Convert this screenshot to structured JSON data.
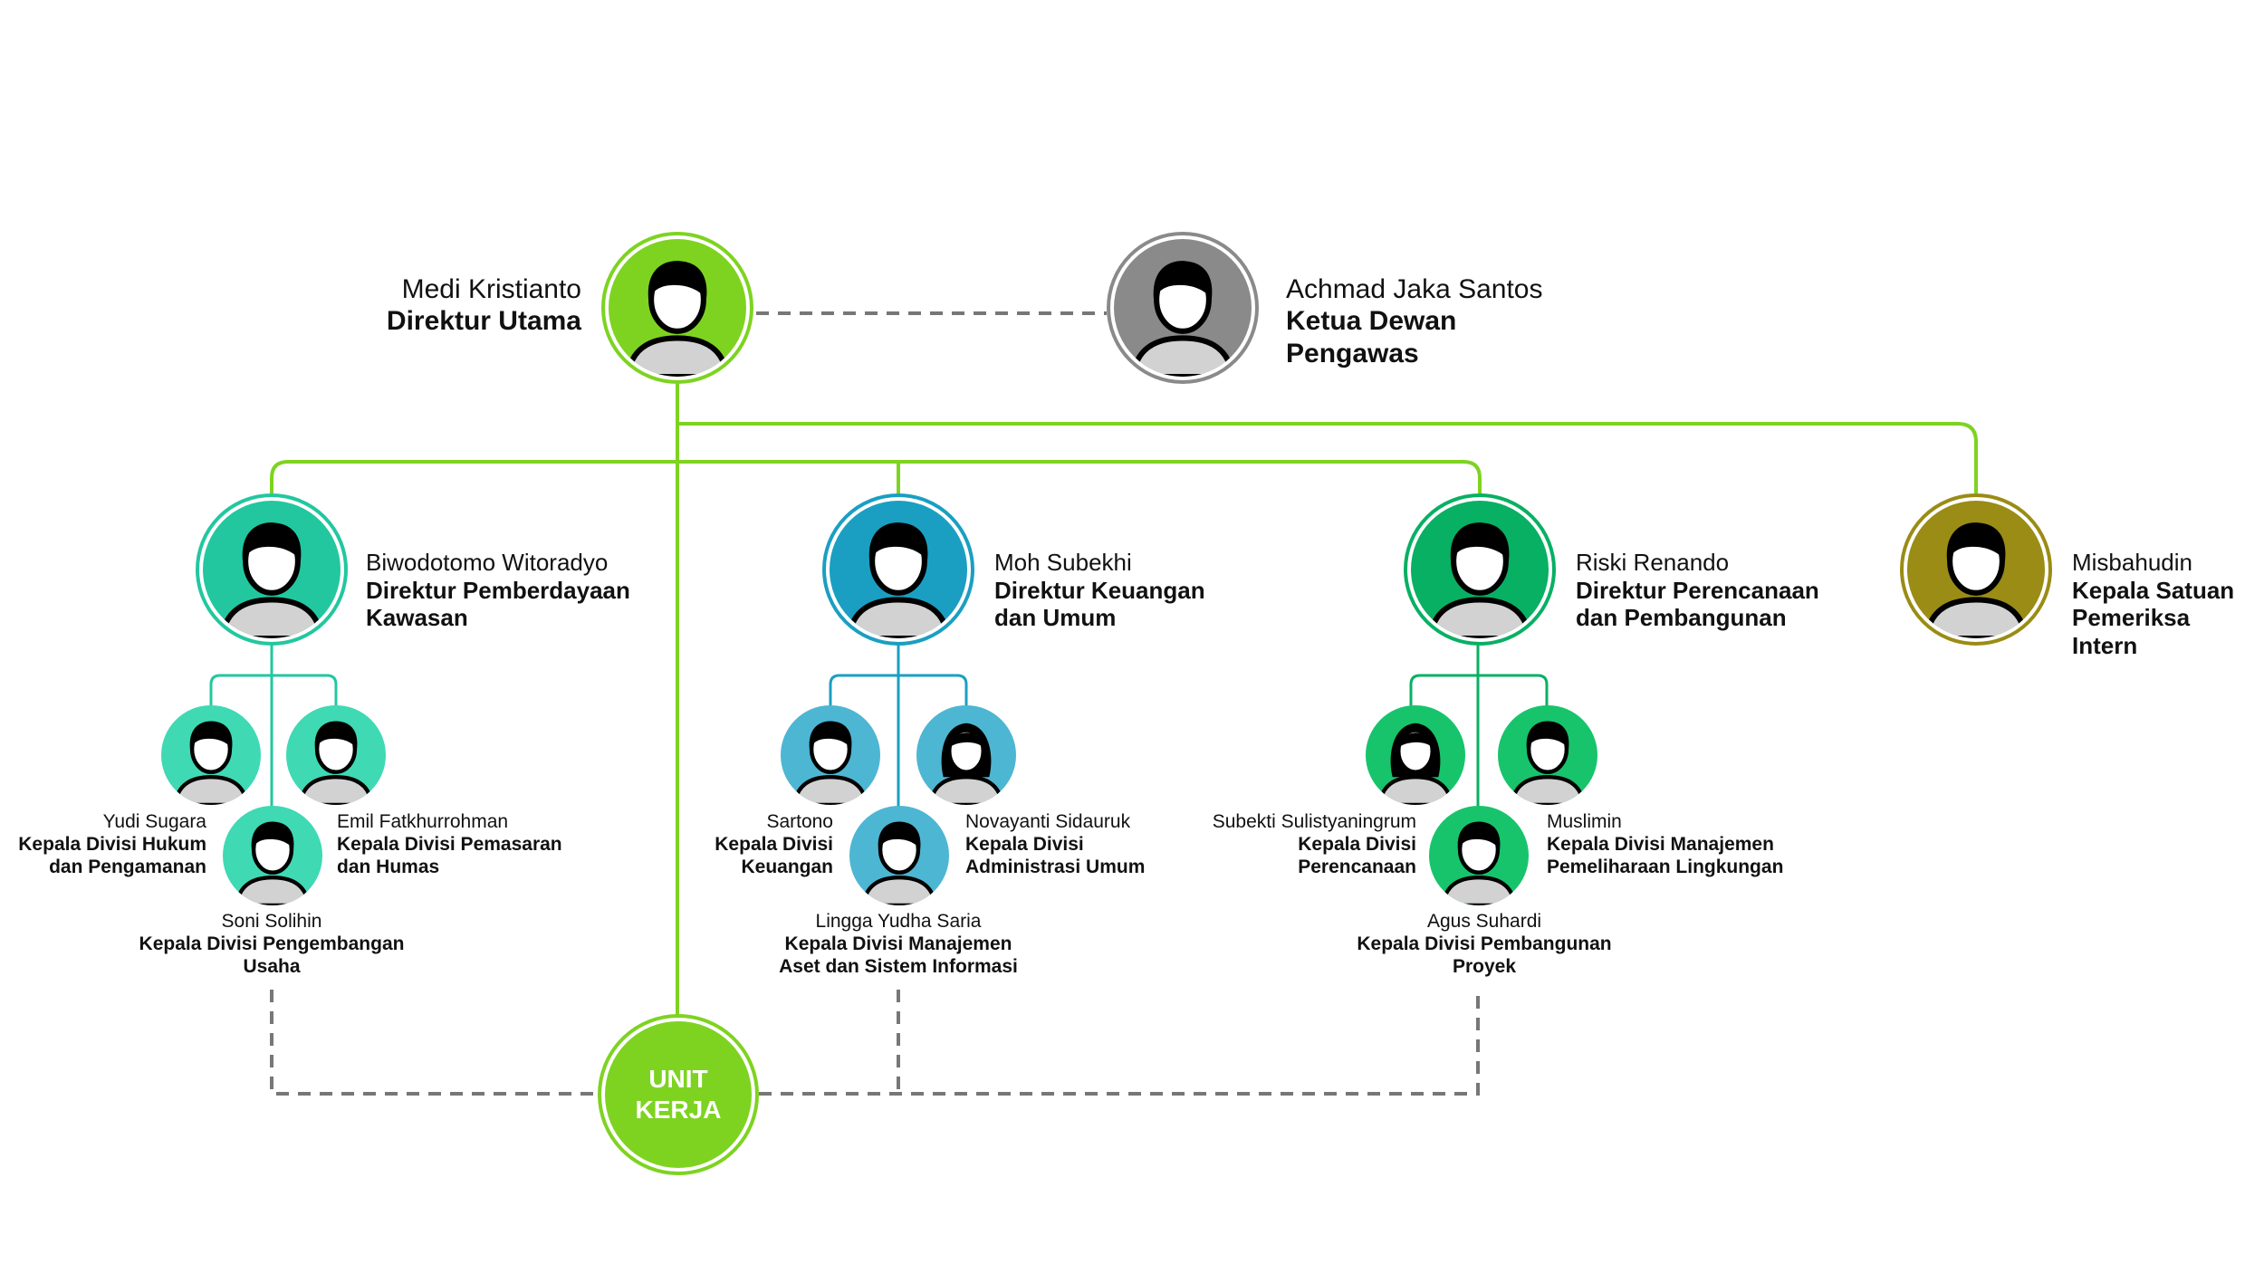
{
  "colors": {
    "green": "#7ed321",
    "gray": "#8a8a8a",
    "teal": "#22c7a0",
    "teal_light": "#3fd9b4",
    "blue": "#1a9fc2",
    "blue_light": "#4db6d3",
    "green_dark": "#08b063",
    "green_mid": "#17c46c",
    "olive": "#9a8c14"
  },
  "top": {
    "director": {
      "name": "Medi Kristianto",
      "role": "Direktur Utama",
      "icon": "person-icon"
    },
    "supervisor": {
      "name": "Achmad Jaka Santos",
      "role_line1": "Ketua Dewan",
      "role_line2": "Pengawas",
      "icon": "person-icon"
    }
  },
  "directors": [
    {
      "name": "Biwodotomo Witoradyo",
      "role_line1": "Direktur Pemberdayaan",
      "role_line2": "Kawasan"
    },
    {
      "name": "Moh Subekhi",
      "role_line1": "Direktur Keuangan",
      "role_line2": "dan Umum"
    },
    {
      "name": "Riski Renando",
      "role_line1": "Direktur Perencanaan",
      "role_line2": "dan Pembangunan"
    },
    {
      "name": "Misbahudin",
      "role_line1": "Kepala Satuan",
      "role_line2": "Pemeriksa",
      "role_line3": "Intern"
    }
  ],
  "divisions": {
    "pemberdayaan": [
      {
        "name": "Yudi Sugara",
        "role_line1": "Kepala Divisi Hukum",
        "role_line2": "dan Pengamanan"
      },
      {
        "name": "Emil Fatkhurrohman",
        "role_line1": "Kepala Divisi Pemasaran",
        "role_line2": "dan Humas"
      },
      {
        "name": "Soni Solihin",
        "role_line1": "Kepala Divisi Pengembangan",
        "role_line2": "Usaha"
      }
    ],
    "keuangan": [
      {
        "name": "Sartono",
        "role_line1": "Kepala Divisi",
        "role_line2": "Keuangan"
      },
      {
        "name": "Novayanti Sidauruk",
        "role_line1": "Kepala Divisi",
        "role_line2": "Administrasi Umum"
      },
      {
        "name": "Lingga Yudha Saria",
        "role_line1": "Kepala Divisi Manajemen",
        "role_line2": "Aset dan Sistem Informasi"
      }
    ],
    "perencanaan": [
      {
        "name": "Subekti Sulistyaningrum",
        "role_line1": "Kepala Divisi",
        "role_line2": "Perencanaan"
      },
      {
        "name": "Muslimin",
        "role_line1": "Kepala Divisi Manajemen",
        "role_line2": "Pemeliharaan Lingkungan"
      },
      {
        "name": "Agus Suhardi",
        "role_line1": "Kepala Divisi Pembangunan",
        "role_line2": "Proyek"
      }
    ]
  },
  "unit": {
    "line1": "UNIT",
    "line2": "KERJA"
  }
}
